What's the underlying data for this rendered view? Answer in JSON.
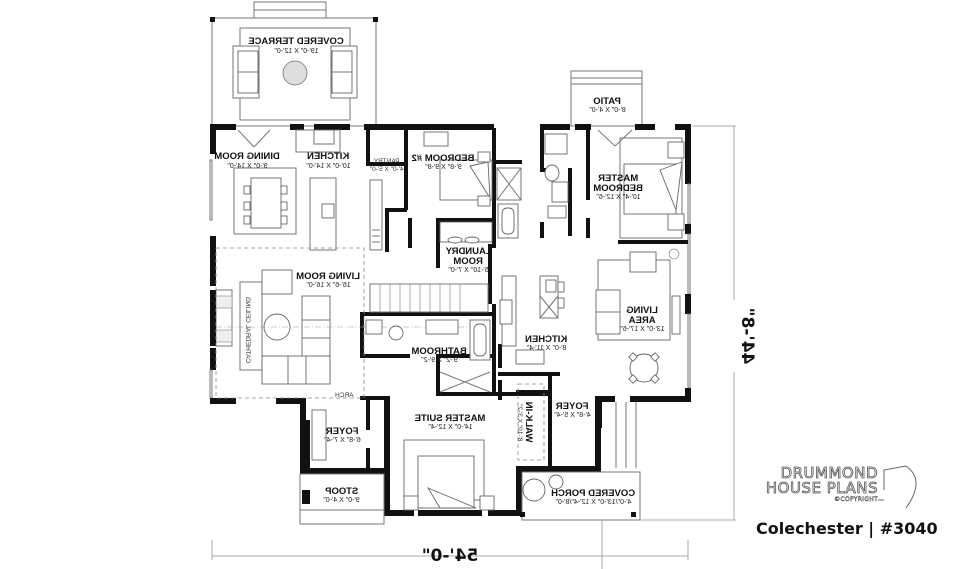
{
  "plan": {
    "name": "Colechester",
    "number": "#3040",
    "title": "Colechester | #3040",
    "mirrored": true
  },
  "branding": {
    "line1": "DRUMMOND",
    "line2": "HOUSE PLANS",
    "copyright": "©COPYRIGHT"
  },
  "dimensions": {
    "width": "54'-0\"",
    "depth": "44'-8\""
  },
  "rooms": [
    {
      "id": "covered-terrace",
      "name": "COVERED TERRACE",
      "size": "19'-0\" X 12'-0\""
    },
    {
      "id": "dining-room",
      "name": "DINING ROOM",
      "size": "9'-0\" X 14'-0\""
    },
    {
      "id": "kitchen-main",
      "name": "KITCHEN",
      "size": "10'-0\" X 14'-0\""
    },
    {
      "id": "pantry",
      "name": "PANTRY",
      "size": "4'-0\" X 5'-0\""
    },
    {
      "id": "bedroom-2",
      "name": "BEDROOM #2",
      "size": "9'-8\" X 9'-8\""
    },
    {
      "id": "patio",
      "name": "PATIO",
      "size": "8'-0\" X 4'-0\""
    },
    {
      "id": "master-bedroom",
      "name_line1": "MASTER",
      "name_line2": "BEDROOM",
      "size": "10'-4\" X 12'-6\""
    },
    {
      "id": "laundry-room",
      "name_line1": "LAUNDRY",
      "name_line2": "ROOM",
      "size": "5'-10\" X 7'-0\""
    },
    {
      "id": "living-room",
      "name": "LIVING ROOM",
      "size": "16'-6\" X 16'-0\""
    },
    {
      "id": "living-area",
      "name_line1": "LIVING",
      "name_line2": "AREA",
      "size": "13'-0\" X 17'-6\""
    },
    {
      "id": "bathroom",
      "name": "BATHROOM",
      "size": "9'-2\" X 9'-2\""
    },
    {
      "id": "kitchen-suite",
      "name": "KITCHEN",
      "size": "8'-0\" X 11'-4\""
    },
    {
      "id": "foyer-left",
      "name": "FOYER",
      "size": "6'-8\" X 7'-4\""
    },
    {
      "id": "master-suite",
      "name": "MASTER SUITE",
      "size": "14'-0\" X 12'-4\""
    },
    {
      "id": "walk-in",
      "name": "WALK-IN",
      "size": "8'-10\" X 3'-2\""
    },
    {
      "id": "foyer-right",
      "name": "FOYER",
      "size": "4'-8\" X 5'-4\""
    },
    {
      "id": "stoop",
      "name": "STOOP",
      "size": "9'-0\" X 4'-0\""
    },
    {
      "id": "covered-porch",
      "name": "COVERED PORCH",
      "size": "4'-0\"/13'-0\" X 12'-4\"/8'-0\""
    }
  ],
  "annotations": {
    "ceiling": "CATHEDRAL CEILING",
    "arch": "ARCH"
  }
}
